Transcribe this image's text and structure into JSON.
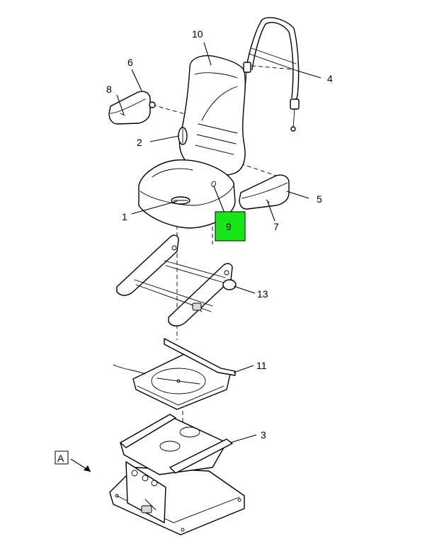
{
  "callouts": {
    "c1": "1",
    "c2": "2",
    "c3": "3",
    "c4": "4",
    "c5": "5",
    "c6": "6",
    "c7": "7",
    "c8": "8",
    "c9": "9",
    "c10": "10",
    "c11": "11",
    "c13": "13"
  },
  "view_label": "A",
  "highlight_color": "#19e619"
}
